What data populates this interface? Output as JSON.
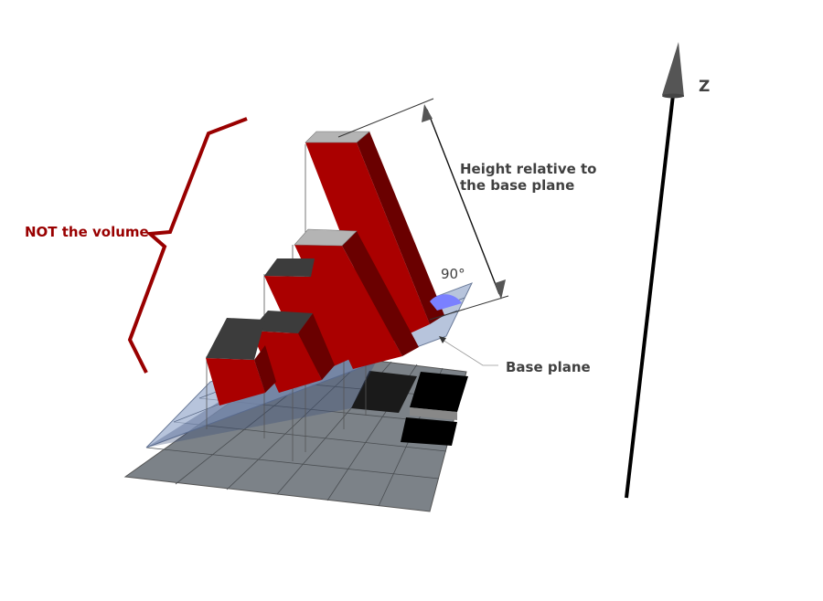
{
  "diagram": {
    "labels": {
      "not_volume": "NOT the volume",
      "height_line1": "Height relative to",
      "height_line2": "the base plane",
      "angle": "90°",
      "base_plane": "Base plane",
      "z_axis": "Z"
    },
    "colors": {
      "bar_front": "#aa0000",
      "bar_side": "#6a0000",
      "bar_top_light": "#b4b4b4",
      "bar_top_dark": "#3c3c3c",
      "ground_plane": "#7c8288",
      "base_plane": "#9fb0d0",
      "angle_wedge": "#7a80ff",
      "brace": "#990000",
      "black_tiles": "#000000",
      "text": "#404040"
    },
    "elements": [
      "ground-grid",
      "tilted-base-plane",
      "red-bars",
      "black-tiles",
      "height-dimension-arrow",
      "right-angle-marker",
      "not-volume-brace",
      "z-axis-arrow"
    ]
  }
}
